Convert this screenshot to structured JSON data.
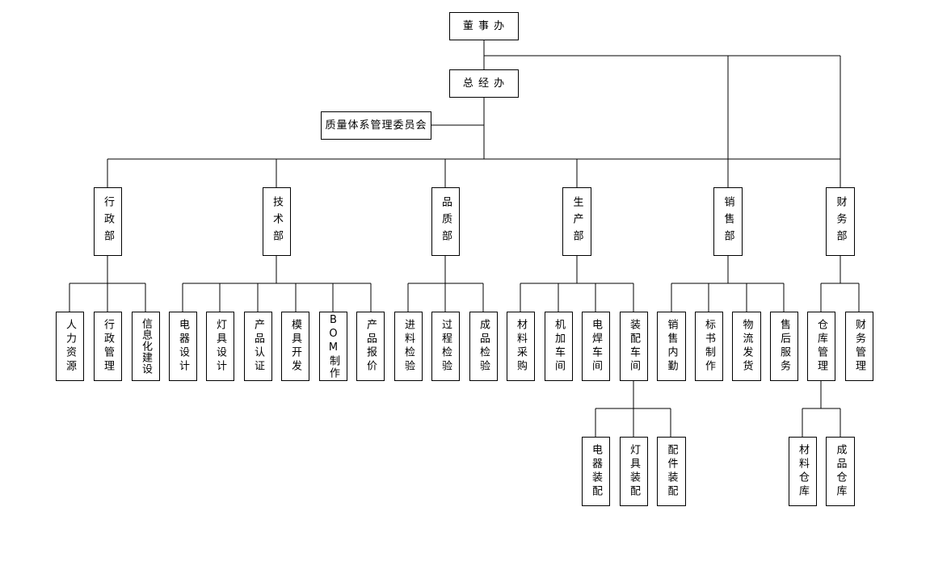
{
  "nodes": {
    "board": "董 事 办",
    "gm": "总 经 办",
    "quality_committee": "质量体系管理委员会",
    "admin": "行政部",
    "tech": "技术部",
    "quality": "品质部",
    "production": "生产部",
    "sales": "销售部",
    "finance": "财务部",
    "hr": "人力资源",
    "admin_mgmt": "行政管理",
    "it": "信息化建设",
    "elec_design": "电器设计",
    "lamp_design": "灯具设计",
    "cert": "产品认证",
    "mold": "模具开发",
    "bom": "BOM制作",
    "quote": "产品报价",
    "incoming": "进料检验",
    "process": "过程检验",
    "finished_insp": "成品检验",
    "purchase": "材料采购",
    "machining": "机加车间",
    "welding": "电焊车间",
    "assembly": "装配车间",
    "sales_internal": "销售内勤",
    "bid": "标书制作",
    "logistics": "物流发货",
    "after_sales": "售后服务",
    "warehouse": "仓库管理",
    "fin_mgmt": "财务管理",
    "elec_asm": "电器装配",
    "lamp_asm": "灯具装配",
    "parts_asm": "配件装配",
    "mat_wh": "材料仓库",
    "fin_wh": "成品仓库"
  }
}
